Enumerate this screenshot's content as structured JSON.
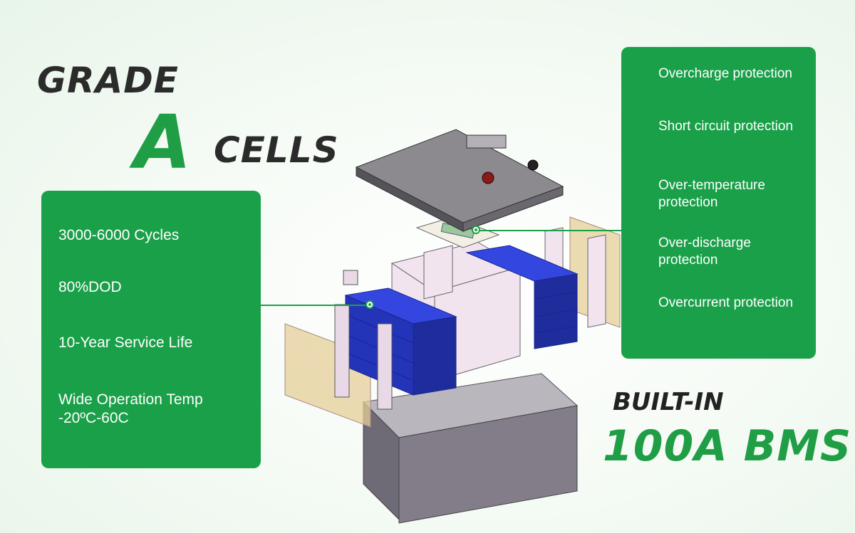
{
  "heading": {
    "line1": "GRADE",
    "big_letter": "A",
    "line2": "CELLS"
  },
  "features": [
    "3000-6000 Cycles",
    "80%DOD",
    "10-Year Service Life",
    "Wide Operation Temp",
    "-20ºC-60C"
  ],
  "protections": [
    "Overcharge protection",
    "Short circuit protection",
    "Over-temperature protection",
    "Over-discharge protection",
    "Overcurrent protection"
  ],
  "bms": {
    "line1": "BUILT-IN",
    "line2": "100A BMS"
  },
  "colors": {
    "accent_green": "#1aa049",
    "heading_dark": "#2b2b2b",
    "cell_blue": "#2c3fd0",
    "case_gray": "#7b7782"
  }
}
